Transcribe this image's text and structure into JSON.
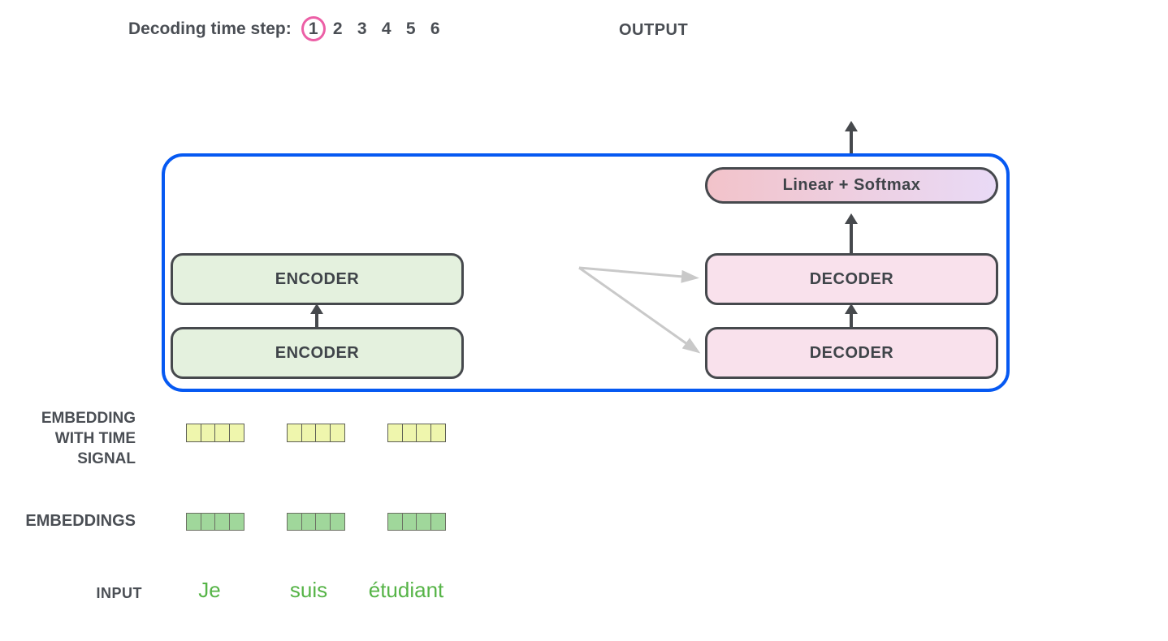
{
  "header": {
    "decoding_label": "Decoding time step:",
    "steps": [
      "1",
      "2",
      "3",
      "4",
      "5",
      "6"
    ],
    "active_step": "1",
    "output_label": "OUTPUT"
  },
  "model": {
    "encoder_top_label": "ENCODER",
    "encoder_bottom_label": "ENCODER",
    "decoder_top_label": "DECODER",
    "decoder_bottom_label": "DECODER",
    "linear_softmax_label": "Linear + Softmax"
  },
  "rows": {
    "embedding_time_label": "EMBEDDING\nWITH TIME\nSIGNAL",
    "embeddings_label": "EMBEDDINGS",
    "input_label": "INPUT",
    "input_words": [
      "Je",
      "suis",
      "étudiant"
    ],
    "vector_cell_count": 4
  },
  "colors": {
    "accent_blue": "#0659f2",
    "step_circle_pink": "#ec5fa6",
    "encoder_fill": "#e4f1de",
    "decoder_fill": "#f9e1ec",
    "linear_left": "#f2c3ca",
    "linear_right": "#e9daf6",
    "cell_yellow": "#eff6ad",
    "cell_green": "#a0d79b",
    "input_word_green": "#56b447",
    "dark": "#46494d",
    "gray_arrow": "#c9c9c9",
    "text_dark": "#4a4e54"
  }
}
